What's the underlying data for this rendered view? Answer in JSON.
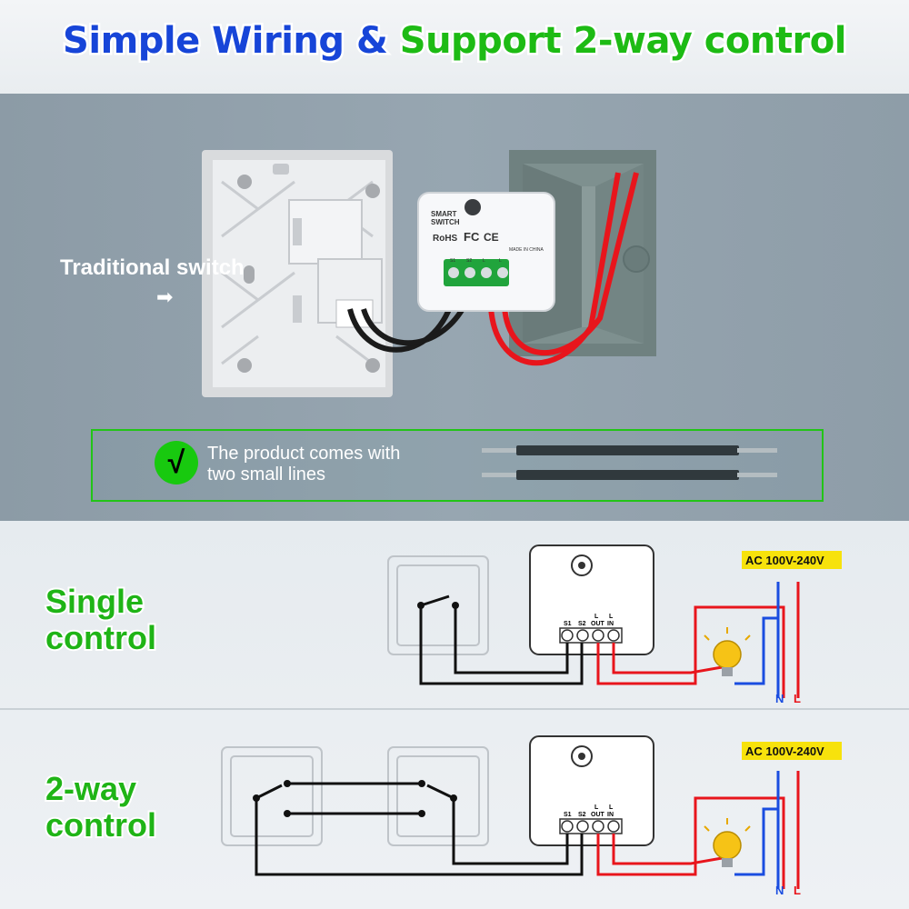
{
  "title": {
    "part1": "Simple Wiring & ",
    "part2": "Support 2-way control"
  },
  "photo": {
    "traditional_switch_label": "Traditional switch",
    "arrow_glyph": "➡",
    "product_line1": "The product comes with",
    "product_line2": "two small lines",
    "check_glyph": "√"
  },
  "module": {
    "brand_line1": "SMART",
    "brand_line2": "SWITCH",
    "certs": [
      "RoHS",
      "FC",
      "CE"
    ],
    "made_in": "MADE IN CHINA",
    "terminals": [
      "S1",
      "S2",
      "L",
      "L"
    ]
  },
  "sections": [
    {
      "label": "Single control",
      "ac_label": "AC 100V-240V",
      "terminals": [
        "S1",
        "S2",
        "OUT",
        "IN"
      ],
      "top_labels": [
        "L",
        "L"
      ],
      "neutral": "N",
      "live": "L"
    },
    {
      "label": "2-way control",
      "ac_label": "AC 100V-240V",
      "terminals": [
        "S1",
        "S2",
        "OUT",
        "IN"
      ],
      "top_labels": [
        "L",
        "L"
      ],
      "neutral": "N",
      "live": "L"
    }
  ],
  "colors": {
    "title_blue": "#1745d8",
    "title_green": "#1dbb14",
    "live_wire": "#e8151c",
    "neutral_wire": "#1a4de0",
    "switch_wire": "#111111"
  }
}
